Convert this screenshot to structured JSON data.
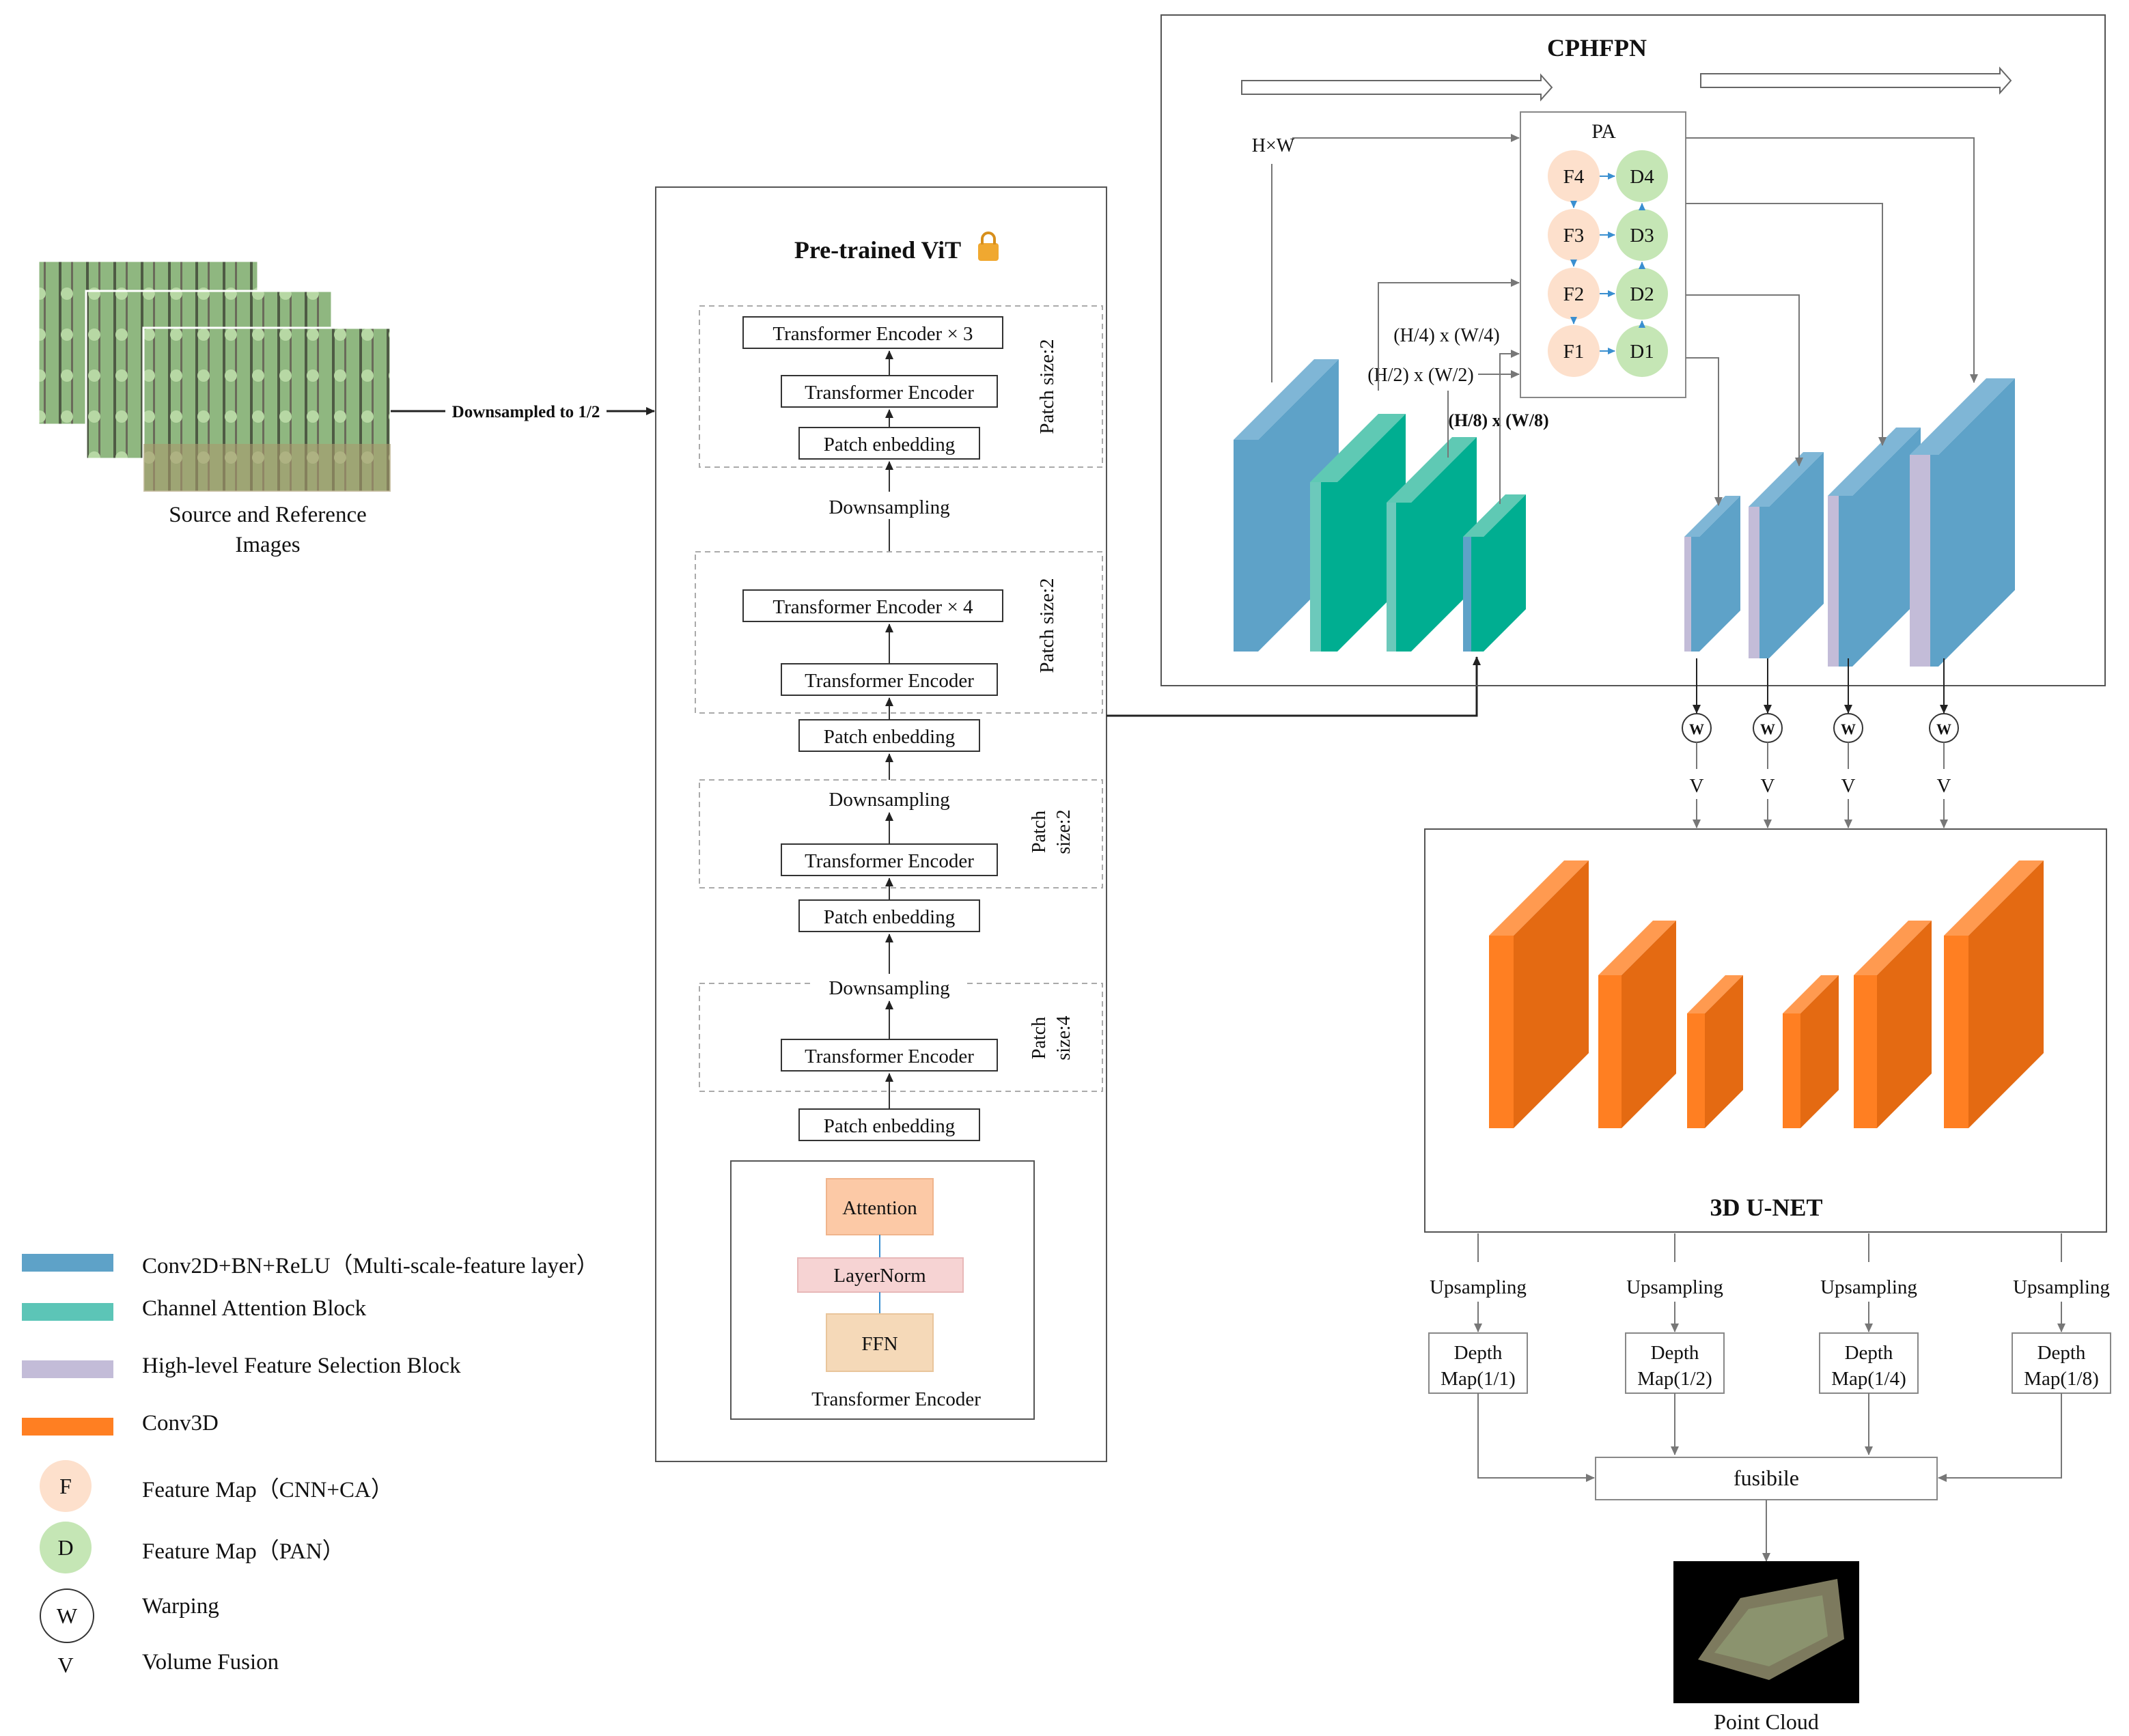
{
  "cphfpn": {
    "title": "CPHFPN",
    "pa_label": "PA",
    "f_nodes": [
      "F4",
      "F3",
      "F2",
      "F1"
    ],
    "d_nodes": [
      "D4",
      "D3",
      "D2",
      "D1"
    ],
    "hw_label": "H×W",
    "scale_labels": [
      "(H/4) x (W/4)",
      "(H/2) x (W/2)",
      "(H/8) x (W/8)"
    ]
  },
  "input": {
    "caption_line1": "Source and Reference",
    "caption_line2": "Images",
    "arrow_label": "Downsampled to 1/2"
  },
  "vit": {
    "title": "Pre-trained ViT",
    "lock_icon": "lock-icon",
    "stages": [
      {
        "patch_size": "Patch size:2",
        "encoder_repeat": "Transformer Encoder  ×  3",
        "encoder": "Transformer Encoder",
        "embedding": "Patch enbedding"
      },
      {
        "patch_size": "Patch size:2",
        "encoder_repeat": "Transformer Encoder  ×  4",
        "encoder": "Transformer Encoder",
        "embedding": "Patch enbedding"
      },
      {
        "patch_size_line1": "Patch",
        "patch_size_line2": "size:2",
        "encoder": "Transformer Encoder",
        "embedding": "Patch enbedding"
      },
      {
        "patch_size_line1": "Patch",
        "patch_size_line2": "size:4",
        "encoder": "Transformer Encoder",
        "embedding": "Patch enbedding"
      }
    ],
    "downsampling": "Downsampling",
    "encoder_detail": {
      "attention": "Attention",
      "layernorm": "LayerNorm",
      "ffn": "FFN",
      "caption": "Transformer Encoder"
    }
  },
  "warp_labels": [
    "W",
    "W",
    "W",
    "W"
  ],
  "volume_labels": [
    "V",
    "V",
    "V",
    "V"
  ],
  "unet": {
    "title": "3D U-NET"
  },
  "upsampling": [
    "Upsampling",
    "Upsampling",
    "Upsampling",
    "Upsampling"
  ],
  "depth_maps": [
    {
      "line1": "Depth",
      "line2": "Map(1/1)"
    },
    {
      "line1": "Depth",
      "line2": "Map(1/2)"
    },
    {
      "line1": "Depth",
      "line2": "Map(1/4)"
    },
    {
      "line1": "Depth",
      "line2": "Map(1/8)"
    }
  ],
  "fusion": "fusibile",
  "point_cloud": "Point Cloud",
  "legend": [
    {
      "label": "Conv2D+BN+ReLU（Multi-scale-feature layer）",
      "color": "#5ea2c8"
    },
    {
      "label": "Channel Attention Block",
      "color": "#5cc5b7"
    },
    {
      "label": "High-level Feature Selection Block",
      "color": "#c3bcd8"
    },
    {
      "label": "Conv3D",
      "color": "#ff7f22"
    },
    {
      "symbol": "F",
      "label": "Feature Map（CNN+CA）",
      "color": "#fde0cc"
    },
    {
      "symbol": "D",
      "label": "Feature Map（PAN）",
      "color": "#c5e6b5"
    },
    {
      "symbol": "W",
      "label": "Warping"
    },
    {
      "symbol": "V",
      "label": "Volume Fusion"
    }
  ],
  "colors": {
    "blue": "#5ea2c8",
    "blue_dark": "#3f86b2",
    "teal": "#00ae91",
    "teal_light": "#6cc9bb",
    "lavender": "#c3bcd8",
    "orange": "#ff7f22",
    "orange_dark": "#e46a12",
    "peach": "#fde0cc",
    "green": "#c5e6b5",
    "attention": "#fcc9a6",
    "layernorm": "#f6d3d3",
    "ffn": "#f5d9b8"
  }
}
